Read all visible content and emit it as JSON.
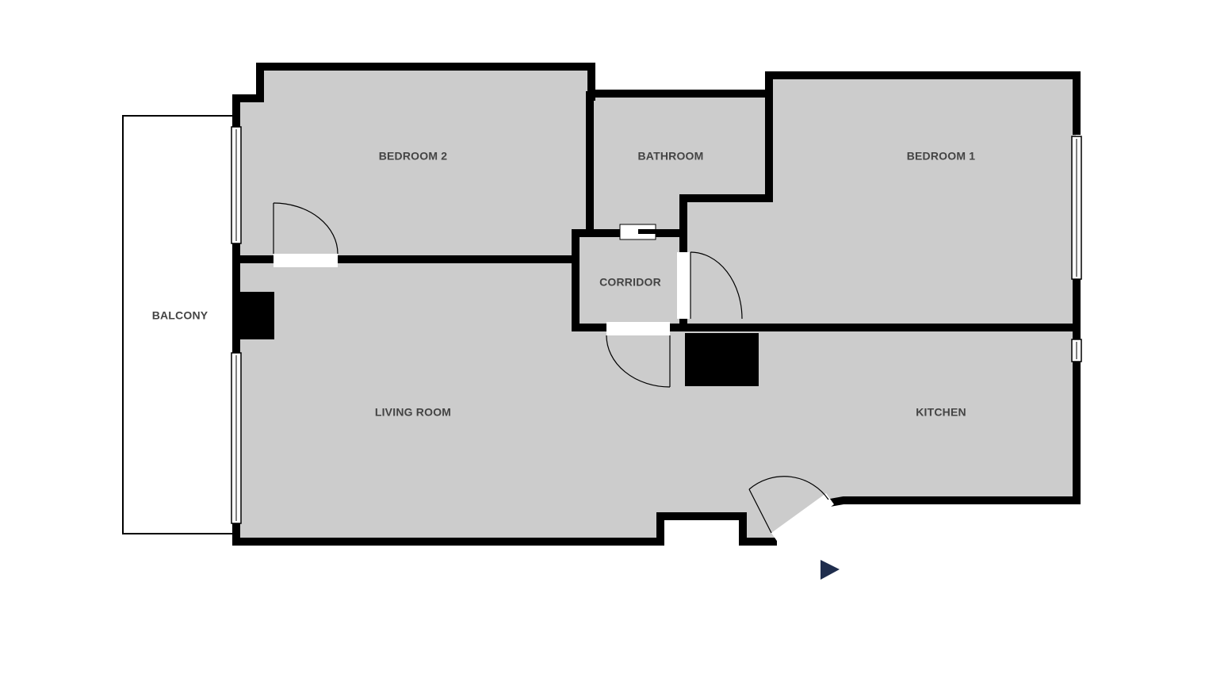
{
  "rooms": {
    "bedroom_2": "BEDROOM 2",
    "bathroom": "BATHROOM",
    "bedroom_1": "BEDROOM 1",
    "corridor": "CORRIDOR",
    "balcony": "BALCONY",
    "living_room": "LIVING ROOM",
    "kitchen": "KITCHEN"
  },
  "colors": {
    "floor": "#cccccc",
    "wall": "#000000",
    "balcony_fill": "#ffffff",
    "entrance_marker": "#1f2d4d",
    "label": "#444444"
  }
}
